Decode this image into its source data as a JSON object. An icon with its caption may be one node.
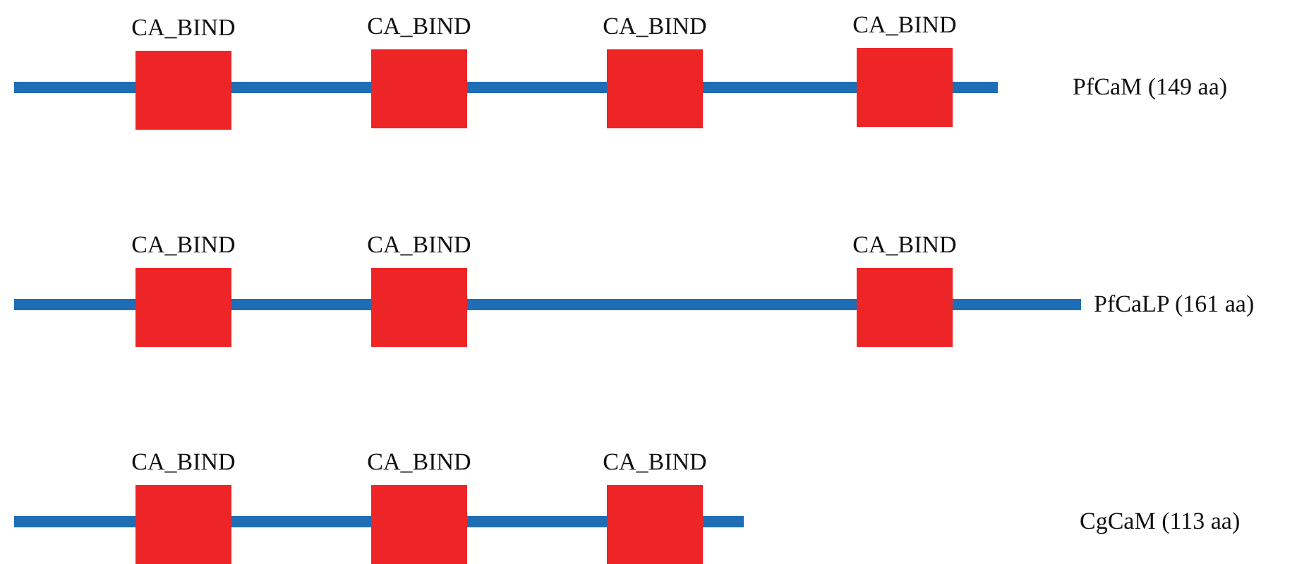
{
  "diagram": {
    "nodes": [
      {
        "text": [],
        "shape": "bar"
      },
      {
        "text": [
          "CA_BIND"
        ]
      },
      {
        "text": [
          "CA_BIND"
        ]
      },
      {
        "text": [
          "CA_BIND"
        ]
      },
      {
        "text": [
          "CA_BIND"
        ]
      },
      {
        "text": [],
        "shape": "bar"
      },
      {
        "text": [
          "CA_BIND"
        ]
      },
      {
        "text": [
          "CA_BIND"
        ]
      },
      {
        "text": [
          "CA_BIND"
        ]
      },
      {
        "text": [],
        "shape": "bar"
      },
      {
        "text": [
          "CA_BIND"
        ]
      },
      {
        "text": [
          "CA_BIND"
        ]
      },
      {
        "text": [
          "CA_BIND"
        ]
      }
    ],
    "labels": [
      "PfCaM (149 aa)",
      "PfCaLP (161 aa)",
      "CgCaM (113 aa)"
    ]
  }
}
